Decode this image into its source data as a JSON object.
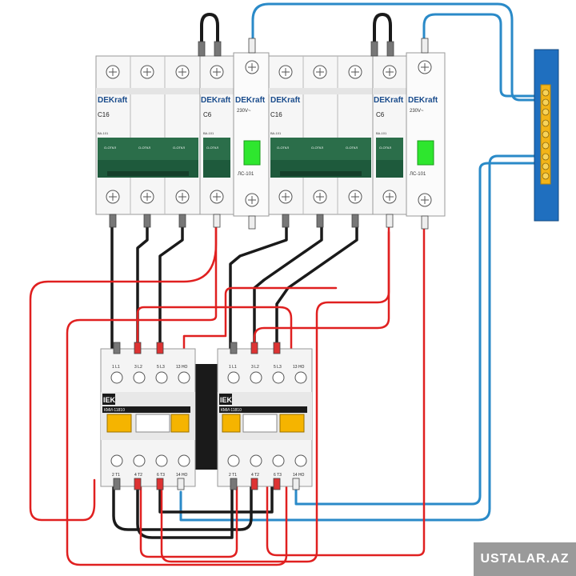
{
  "breakers": [
    {
      "brand": "DEKraft",
      "rating": "C16",
      "model": "ВА-101",
      "switch_labels": [
        "О-ОТКЛ",
        "О-ОТКЛ",
        "О-ОТКЛ"
      ]
    },
    {
      "brand": "DEKraft",
      "rating": "C6",
      "model": "ВА-101",
      "switch_labels": [
        "О-ОТКЛ"
      ]
    },
    {
      "brand": "DEKraft",
      "rating": "C16",
      "model": "ВА-101",
      "switch_labels": [
        "О-ОТКЛ",
        "О-ОТКЛ",
        "О-ОТКЛ"
      ]
    },
    {
      "brand": "DEKraft",
      "rating": "C6",
      "model": "ВА-101",
      "switch_labels": [
        "О-ОТКЛ"
      ]
    }
  ],
  "indicators": [
    {
      "brand": "DEKraft",
      "voltage": "230V~",
      "model": "ЛС-101"
    },
    {
      "brand": "DEKraft",
      "voltage": "230V~",
      "model": "ЛС-101"
    }
  ],
  "contactors": [
    {
      "brand": "IEK",
      "model": "КМИ-11810",
      "top_labels": [
        "1 L1",
        "3 L2",
        "5 L3",
        "13 НО"
      ],
      "bottom_labels": [
        "2 T1",
        "4 T2",
        "6 T3",
        "14 НО"
      ]
    },
    {
      "brand": "IEK",
      "model": "КМИ-11810",
      "top_labels": [
        "1 L1",
        "3 L2",
        "5 L3",
        "13 НО"
      ],
      "bottom_labels": [
        "2 T1",
        "4 T2",
        "6 T3",
        "14 НО"
      ]
    }
  ],
  "watermark": "USTALAR.AZ",
  "colors": {
    "phase_wire": "#e02020",
    "power_wire": "#1a1a1a",
    "neutral_wire": "#2a8ac8",
    "neutral_bus": "#1f6fbf",
    "bus_bar": "#f2b418",
    "breaker_green": "#1e5a3c",
    "indicator_lamp": "#2ee62e",
    "contactor_yellow": "#f5b400"
  }
}
